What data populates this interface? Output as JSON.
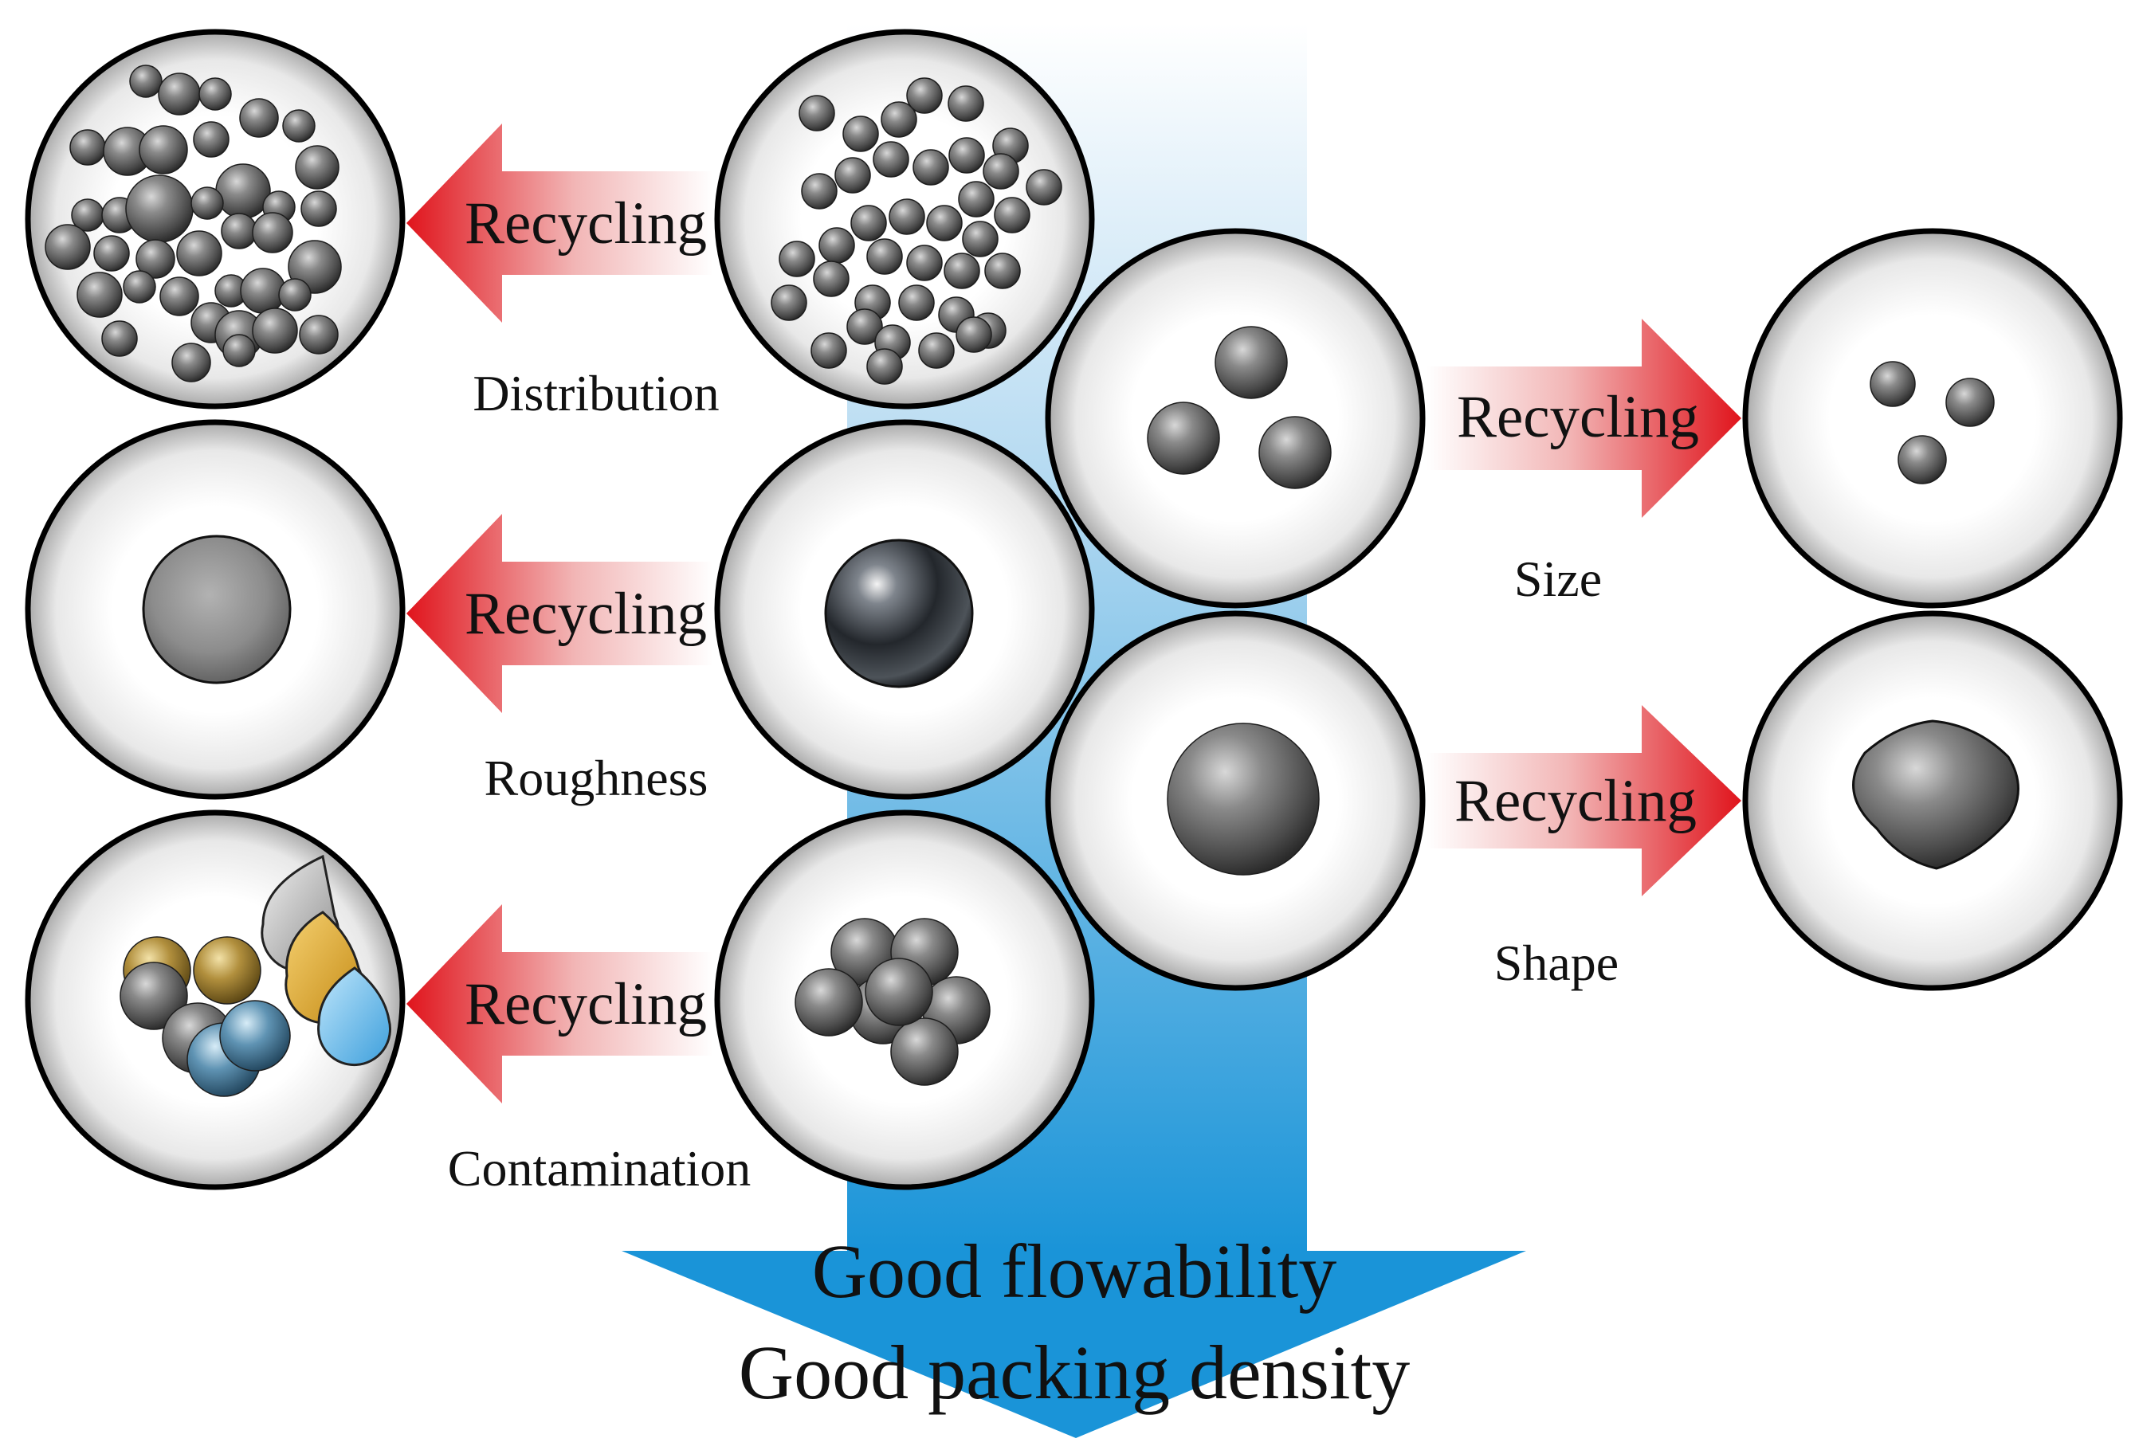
{
  "arrow_label": "Recycling",
  "properties": {
    "distribution": "Distribution",
    "roughness": "Roughness",
    "contamination": "Contamination",
    "size": "Size",
    "shape": "Shape"
  },
  "outcome": {
    "line1": "Good flowability",
    "line2": "Good packing density"
  },
  "colors": {
    "flow_arrow": "#1a94d8",
    "recycling_arrow": "#e0141c",
    "particle": "#6e6e6e",
    "contaminant_gold": "#c8a24a",
    "contaminant_blue": "#5aa8de"
  }
}
